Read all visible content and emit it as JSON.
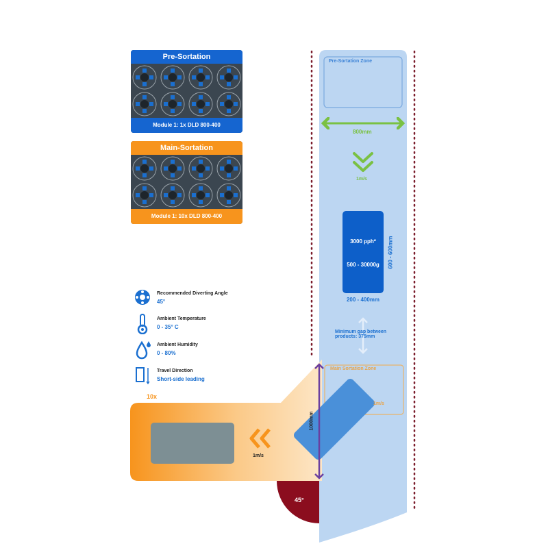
{
  "modules": [
    {
      "title": "Pre-Sortation",
      "footer": "Module 1: 1x DLD 800-400",
      "color": "#1565d0"
    },
    {
      "title": "Main-Sortation",
      "footer": "Module 1: 10x DLD 800-400",
      "color": "#f7941d"
    }
  ],
  "info": [
    {
      "icon": "lifebuoy-icon",
      "title": "Recommended Diverting Angle",
      "value": "45°"
    },
    {
      "icon": "thermometer-icon",
      "title": "Ambient Temperature",
      "value": "0 - 35° C"
    },
    {
      "icon": "droplet-icon",
      "title": "Ambient Humidity",
      "value": "0 - 80%"
    },
    {
      "icon": "travel-direction-icon",
      "title": "Travel Direction",
      "value": "Short-side leading"
    }
  ],
  "conveyor": {
    "pre_zone_label": "Pre-Sortation Zone",
    "width_label": "800mm",
    "speed_label": "1m/s",
    "product_rate": "3000 pph*",
    "product_weight": "500 - 30000g",
    "product_length": "600 - 600mm",
    "product_width": "200 - 400mm",
    "gap_label": "Minimum gap between products: 375mm",
    "main_zone_label": "Main Sortation Zone",
    "main_speed_label": "1m/s"
  },
  "branch": {
    "count_label": "10x",
    "speed_label": "1m/s",
    "length_label": "1000mm",
    "angle_label": "45°"
  },
  "colors": {
    "blue": "#1565d0",
    "orange": "#f7941d",
    "green": "#7ac143",
    "maroon": "#8b0d1e",
    "purple": "#6a3fa0"
  }
}
